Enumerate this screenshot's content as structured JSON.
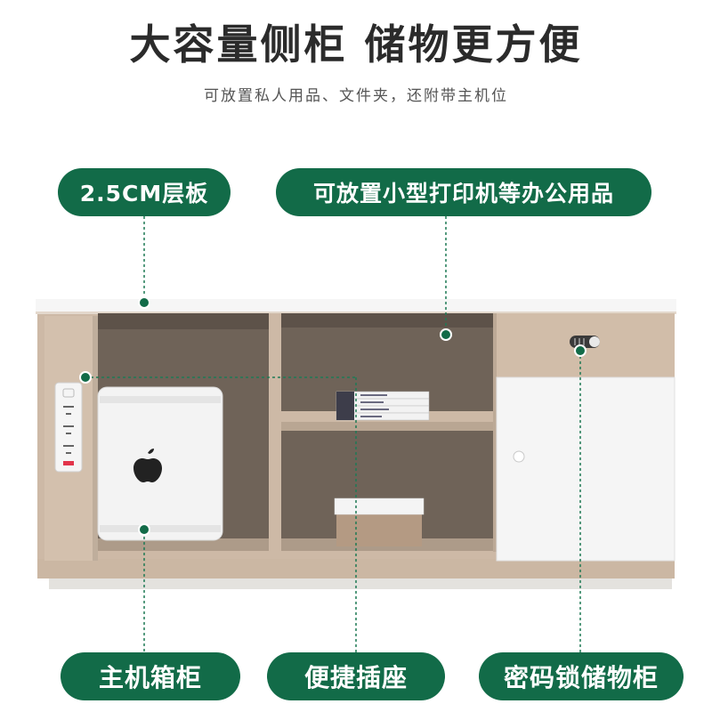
{
  "header": {
    "title": "大容量侧柜 储物更方便",
    "subtitle": "可放置私人用品、文件夹，还附带主机位"
  },
  "callouts": {
    "shelf": "2.5CM层板",
    "printer": "可放置小型打印机等办公用品",
    "host": "主机箱柜",
    "socket": "便捷插座",
    "lock": "密码锁储物柜"
  },
  "colors": {
    "accent": "#126b48",
    "cabinet_frame": "#cdb9a6",
    "cabinet_interior": "#6e6257",
    "door": "#f4f4f4"
  },
  "icons": [
    "apple-logo-icon",
    "power-socket-icon",
    "combination-lock-icon",
    "door-knob-icon"
  ]
}
